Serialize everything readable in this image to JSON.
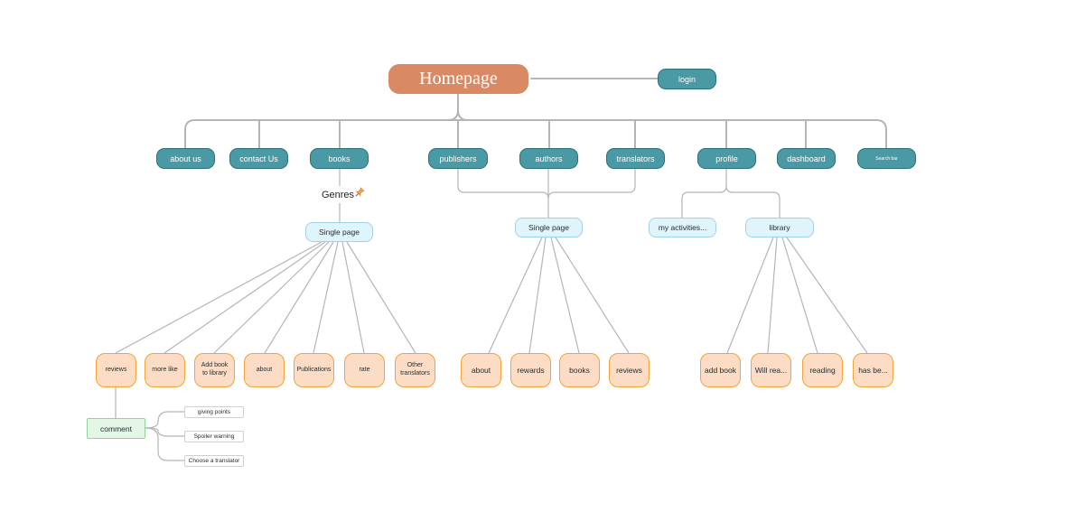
{
  "diagram": {
    "root": "Homepage",
    "login": "login",
    "top_nav": [
      "about us",
      "contact Us",
      "books",
      "publishers",
      "authors",
      "translators",
      "profile",
      "dashboard",
      "Search bar"
    ],
    "genres_label": "Genres",
    "genres_icon": "pin-icon",
    "books_single_page": "Single page",
    "people_single_page": "Single page",
    "profile_children": [
      "my activities...",
      "library"
    ],
    "book_page_items": [
      "reviews",
      "more like",
      "Add book to library",
      "about",
      "Publications",
      "rate",
      "Other translators"
    ],
    "people_page_items": [
      "about",
      "rewards",
      "books",
      "reviews"
    ],
    "library_items": [
      "add book",
      "Will rea...",
      "reading",
      "has be..."
    ],
    "comment": "comment",
    "comment_options": [
      "giving points",
      "Spoiler warning",
      "Choose a translator"
    ],
    "colors": {
      "root": "#d98963",
      "nav": "#4a9aa5",
      "sub": "#dff4fb",
      "leaf": "#fcdcc4",
      "leaf_border": "#f2a33a",
      "comment": "#e3f7e6",
      "connector": "#b5b5b5"
    }
  }
}
